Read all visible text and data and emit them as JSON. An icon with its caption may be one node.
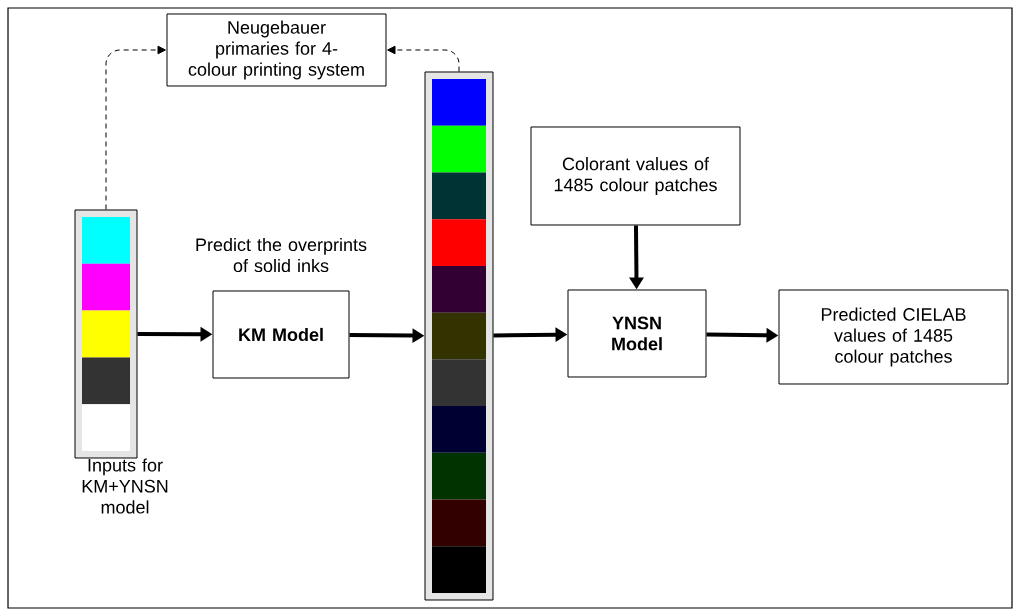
{
  "diagram": {
    "nodes": [
      {
        "text": [],
        "shape": "bar",
        "beside": [
          "Inputs for KM+YNSN model"
        ]
      },
      {
        "text": [
          "Neugebauer primaries for 4-colour printing system"
        ]
      },
      {
        "text": [
          "KM Model"
        ],
        "beside": [
          "Predict the overprints of solid inks"
        ]
      },
      {
        "text": [],
        "shape": "bar"
      },
      {
        "text": [
          "Colorant values of 1485 colour patches"
        ]
      },
      {
        "text": [
          "YNSN Model"
        ]
      },
      {
        "text": [
          "Predicted CIELAB values of 1485 colour patches"
        ]
      }
    ],
    "edges": [
      {
        "from": 0,
        "to": 1,
        "arrow": "to",
        "style": "dashed"
      },
      {
        "from": 3,
        "to": 1,
        "arrow": "to",
        "style": "dashed"
      },
      {
        "from": 0,
        "to": 2,
        "arrow": "to"
      },
      {
        "from": 2,
        "to": 3,
        "arrow": "to"
      },
      {
        "from": 3,
        "to": 5,
        "arrow": "to"
      },
      {
        "from": 4,
        "to": 5,
        "arrow": "to"
      },
      {
        "from": 5,
        "to": 6,
        "arrow": "to"
      }
    ]
  }
}
